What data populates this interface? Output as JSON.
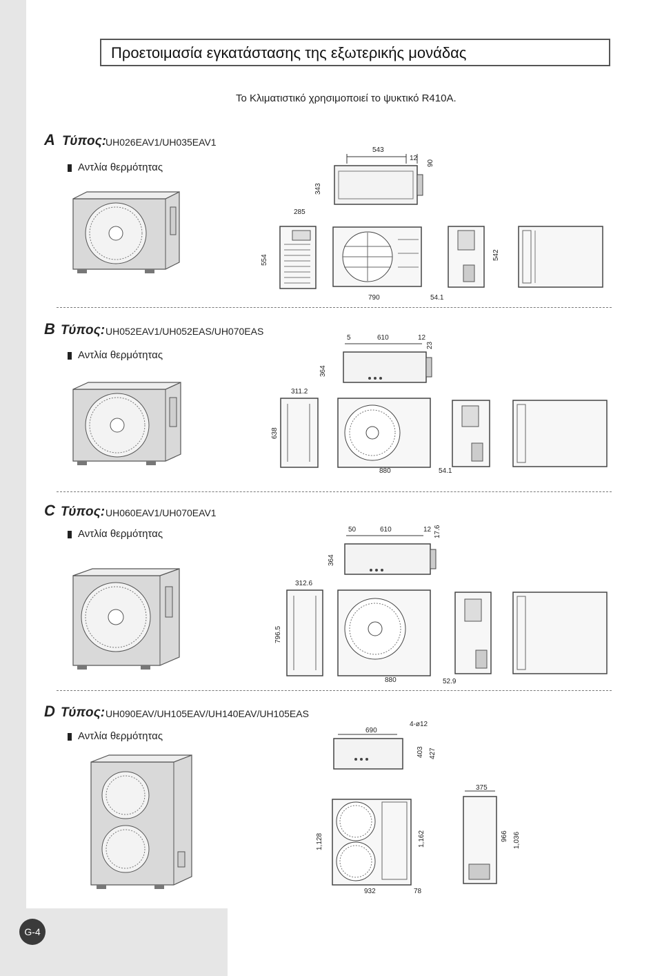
{
  "header": {
    "title": "Προετοιμασία εγκατάστασης της εξωτερικής μονάδας",
    "intro": "Το Κλιματιστικό χρησιμοποιεί το ψυκτικό R410A."
  },
  "sections": [
    {
      "letter": "A",
      "type_label": "Τύπος:",
      "models": "UH026EAV1/UH035EAV1",
      "label": "Αντλία θερμότητας",
      "dims": {
        "top_w": "543",
        "top_a": "12",
        "top_b": "90",
        "top_h": "343",
        "side_w": "285",
        "height": "554",
        "front_w": "790",
        "offset": "54.1",
        "rear_h": "542"
      }
    },
    {
      "letter": "B",
      "type_label": "Τύπος:",
      "models": "UH052EAV1/UH052EAS/UH070EAS",
      "label": "Αντλία θερμότητας",
      "dims": {
        "top_a": "5",
        "top_w": "610",
        "top_b": "12",
        "top_c": "23",
        "top_h": "364",
        "side_w": "311.2",
        "height": "638",
        "front_w": "880",
        "offset": "54.1"
      }
    },
    {
      "letter": "C",
      "type_label": "Τύπος:",
      "models": "UH060EAV1/UH070EAV1",
      "label": "Αντλία θερμότητας",
      "dims": {
        "top_a": "50",
        "top_w": "610",
        "top_b": "12",
        "top_c": "17.6",
        "top_h": "364",
        "side_w": "312.6",
        "height": "796.5",
        "front_w": "880",
        "offset": "52.9"
      }
    },
    {
      "letter": "D",
      "type_label": "Τύπος:",
      "models": "UH090EAV/UH105EAV/UH140EAV/UH105EAS",
      "label": "Αντλία θερμότητας",
      "dims": {
        "top_w": "690",
        "holes": "4-ø12",
        "top_h1": "403",
        "top_h2": "427",
        "side_w": "375",
        "height": "1,128",
        "h2": "1,162",
        "h3": "966",
        "h4": "1,036",
        "front_w": "932",
        "offset": "78"
      }
    }
  ],
  "footer": {
    "page": "G-4"
  }
}
